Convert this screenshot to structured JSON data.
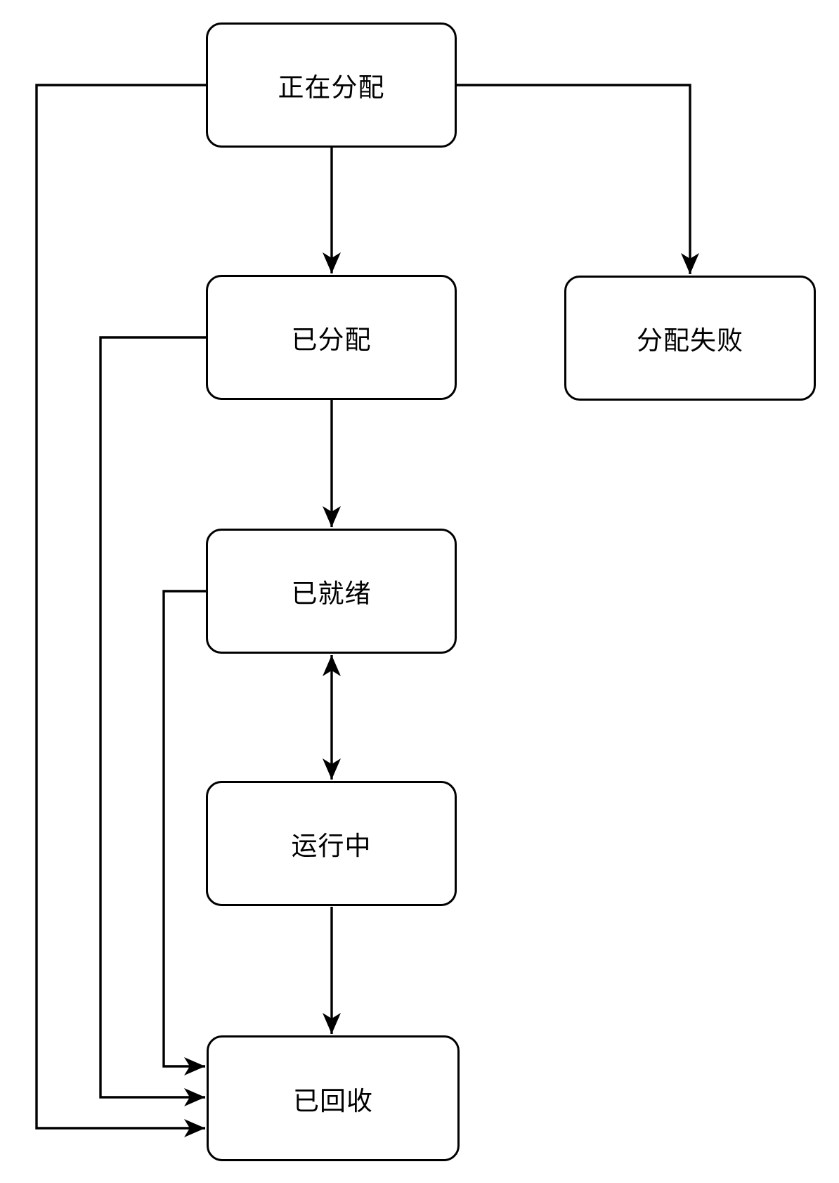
{
  "diagram": {
    "type": "state-flowchart",
    "colors": {
      "background": "#ffffff",
      "node_fill": "#ffffff",
      "stroke": "#000000",
      "text": "#000000"
    },
    "nodes": [
      {
        "id": "allocating",
        "label": "正在分配"
      },
      {
        "id": "allocated",
        "label": "已分配"
      },
      {
        "id": "allocation-failed",
        "label": "分配失败"
      },
      {
        "id": "ready",
        "label": "已就绪"
      },
      {
        "id": "running",
        "label": "运行中"
      },
      {
        "id": "recycled",
        "label": "已回收"
      }
    ],
    "edges": [
      {
        "from": "正在分配",
        "to": "已分配",
        "style": "arrow"
      },
      {
        "from": "正在分配",
        "to": "分配失败",
        "style": "arrow"
      },
      {
        "from": "已分配",
        "to": "已就绪",
        "style": "arrow"
      },
      {
        "from": "已就绪",
        "to": "运行中",
        "style": "double-arrow"
      },
      {
        "from": "运行中",
        "to": "已回收",
        "style": "arrow"
      },
      {
        "from": "正在分配",
        "to": "已回收",
        "style": "arrow"
      },
      {
        "from": "已分配",
        "to": "已回收",
        "style": "arrow"
      },
      {
        "from": "已就绪",
        "to": "已回收",
        "style": "arrow"
      }
    ]
  }
}
